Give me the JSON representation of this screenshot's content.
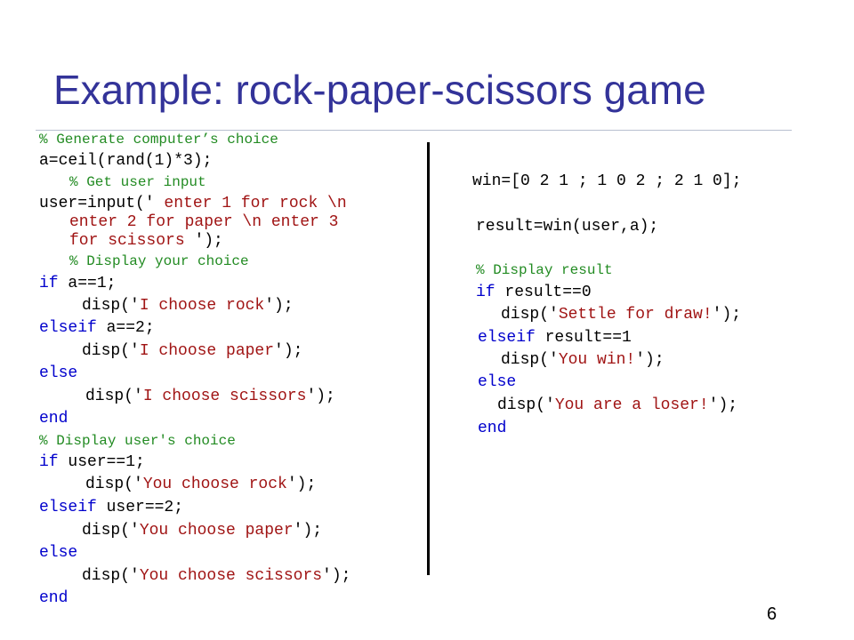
{
  "slide": {
    "title": "Example: rock-paper-scissors game",
    "page_number": "6",
    "colors": {
      "title": "#333399",
      "keyword": "#0000cc",
      "comment": "#228b22",
      "string": "#a01414"
    }
  },
  "left_code": {
    "l1": {
      "comment": "% Generate computer’s choice"
    },
    "l2": {
      "code": "a=ceil(rand(1)*3);"
    },
    "l3": {
      "comment": "% Get user input"
    },
    "l4": {
      "prefix": "user=input('",
      "string1": " enter 1 for rock \\n",
      "string2": "enter 2 for paper \\n enter 3",
      "string3": "for scissors ",
      "suffix": "');"
    },
    "l5": {
      "comment": "% Display your choice"
    },
    "l6": {
      "keyword": "if",
      "code": " a==1;"
    },
    "l7": {
      "prefix": "disp('",
      "string": "I choose rock",
      "suffix": "');"
    },
    "l8": {
      "keyword": "elseif",
      "code": " a==2;"
    },
    "l9": {
      "prefix": "disp('",
      "string": "I choose paper",
      "suffix": "');"
    },
    "l10": {
      "keyword": "else"
    },
    "l11": {
      "prefix": "disp('",
      "string": "I choose scissors",
      "suffix": "');"
    },
    "l12": {
      "keyword": "end"
    },
    "l13": {
      "comment": "% Display user's choice"
    },
    "l14": {
      "keyword": "if",
      "code": " user==1;"
    },
    "l15": {
      "prefix": "disp('",
      "string": "You choose rock",
      "suffix": "');"
    },
    "l16": {
      "keyword": "elseif",
      "code": " user==2;"
    },
    "l17": {
      "prefix": "disp('",
      "string": "You choose paper",
      "suffix": "');"
    },
    "l18": {
      "keyword": "else"
    },
    "l19": {
      "prefix": "disp('",
      "string": "You choose scissors",
      "suffix": "');"
    },
    "l20": {
      "keyword": "end"
    }
  },
  "right_code": {
    "r1": {
      "code": "win=[0 2 1 ; 1 0 2 ; 2 1 0];"
    },
    "r2": {
      "code": "result=win(user,a);"
    },
    "r3": {
      "comment": "% Display result"
    },
    "r4": {
      "keyword": "if",
      "code": " result==0"
    },
    "r5": {
      "prefix": "disp('",
      "string": "Settle for draw!",
      "suffix": "');"
    },
    "r6": {
      "keyword": "elseif",
      "code": " result==1"
    },
    "r7": {
      "prefix": "disp('",
      "string": "You win!",
      "suffix": "');"
    },
    "r8": {
      "keyword": "else"
    },
    "r9": {
      "prefix": "disp('",
      "string": "You are a loser!",
      "suffix": "');"
    },
    "r10": {
      "keyword": "end"
    }
  }
}
